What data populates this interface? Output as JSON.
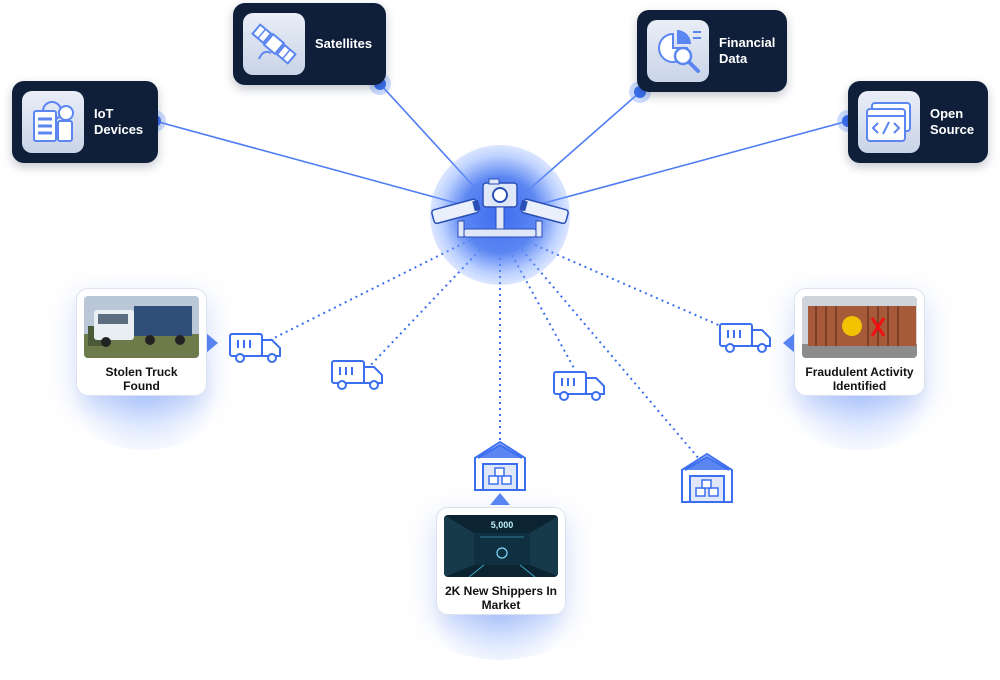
{
  "sources": [
    {
      "id": "iot",
      "label": "IoT\nDevices",
      "icon": "iot-devices-icon"
    },
    {
      "id": "satellites",
      "label": "Satellites",
      "icon": "satellite-icon"
    },
    {
      "id": "financial",
      "label": "Financial\nData",
      "icon": "financial-data-icon"
    },
    {
      "id": "opensource",
      "label": "Open\nSource",
      "icon": "open-source-code-icon"
    }
  ],
  "hub": {
    "icon": "surveillance-cameras-icon"
  },
  "cards": [
    {
      "id": "stolen",
      "label": "Stolen Truck\nFound",
      "photo": "truck-photo"
    },
    {
      "id": "shippers",
      "label": "2K New Shippers In\nMarket",
      "photo": "warehouse-screen-photo",
      "screen_value": "5,000"
    },
    {
      "id": "fraud",
      "label": "Fraudulent Activity\nIdentified",
      "photo": "container-photo"
    }
  ],
  "colors": {
    "navy": "#0f1f3a",
    "accent": "#3b6ff0",
    "accent_light": "#6f9bff",
    "icon_fill": "#5b86f2"
  }
}
